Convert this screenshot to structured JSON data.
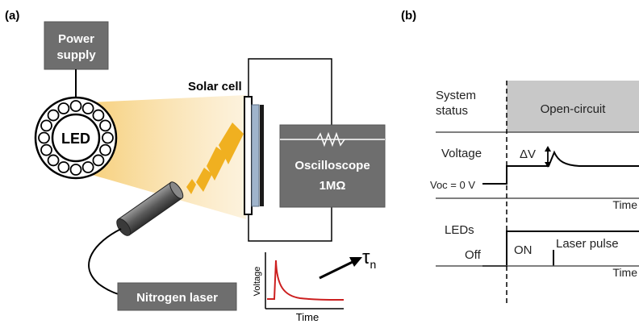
{
  "panel_a": {
    "label": "(a)",
    "power_supply_line1": "Power",
    "power_supply_line2": "supply",
    "led": "LED",
    "solar_cell": "Solar cell",
    "oscilloscope_line1": "Oscilloscope",
    "oscilloscope_line2": "1MΩ",
    "nitrogen_laser": "Nitrogen laser",
    "inset_ylabel": "Voltage",
    "inset_xlabel": "Time",
    "tau": "τ",
    "tau_sub": "n"
  },
  "panel_b": {
    "label": "(b)",
    "system_status_line1": "System",
    "system_status_line2": "status",
    "open_circuit": "Open-circuit",
    "voltage": "Voltage",
    "delta_v": "ΔV",
    "voc": "Voc = 0 V",
    "time1": "Time",
    "leds": "LEDs",
    "off": "Off",
    "on": "ON",
    "laser_pulse": "Laser pulse",
    "time2": "Time"
  },
  "colors": {
    "box_gray": "#6e6e6e",
    "open_circuit_fill": "#c8c8c8",
    "led_glow": "#f7d890",
    "laser_beam": "#f0b020",
    "inset_curve": "#cc1f1f"
  }
}
